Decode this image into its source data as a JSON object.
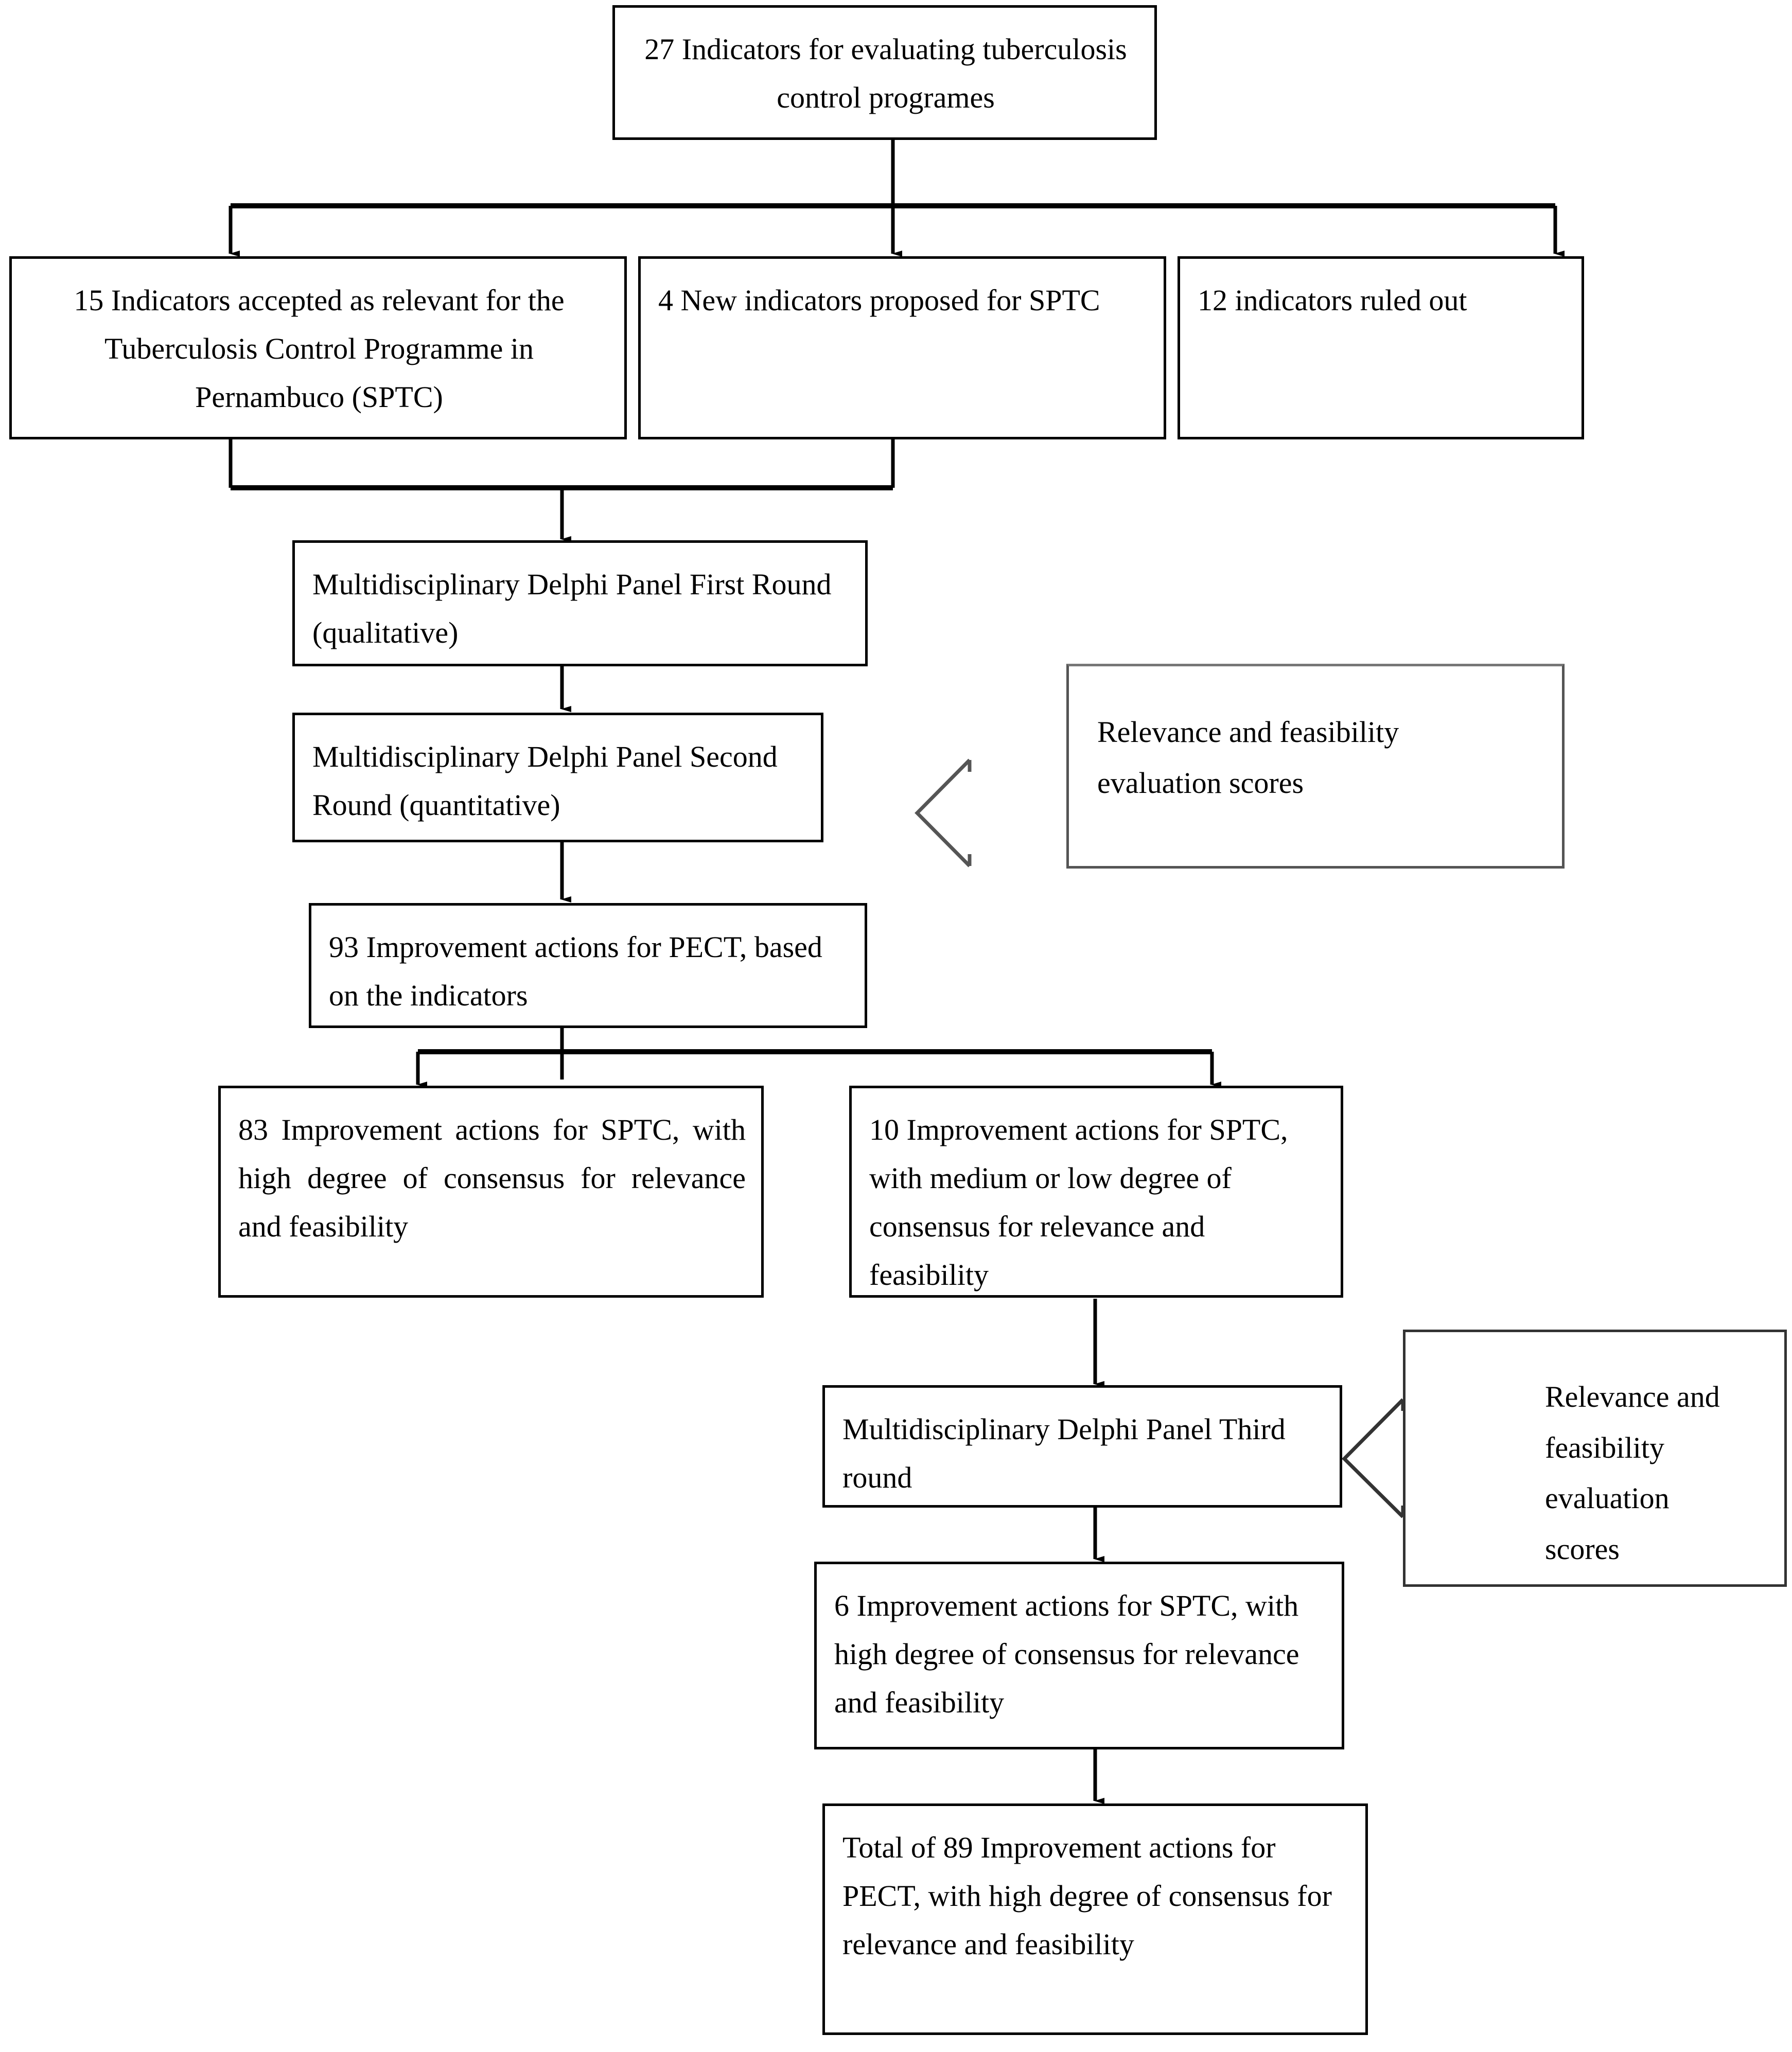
{
  "diagram": {
    "type": "flowchart",
    "title": "Delphi process flowchart for tuberculosis control programme indicators",
    "orientation": "top-to-bottom",
    "line_color": "#000000",
    "background": "#ffffff",
    "nodes": {
      "n1": {
        "id": "n1",
        "label": "27 Indicators for evaluating tuberculosis control programes",
        "shape": "rectangle",
        "align": "center"
      },
      "n2": {
        "id": "n2",
        "label": "15 Indicators accepted as relevant for the Tuberculosis Control Programme in Pernambuco (SPTC)",
        "shape": "rectangle",
        "align": "center"
      },
      "n3": {
        "id": "n3",
        "label": "4 New indicators proposed for SPTC",
        "shape": "rectangle",
        "align": "justify"
      },
      "n4": {
        "id": "n4",
        "label": "12 indicators ruled out",
        "shape": "rectangle",
        "align": "left"
      },
      "n5": {
        "id": "n5",
        "label": "Multidisciplinary Delphi Panel First Round (qualitative)",
        "shape": "rectangle",
        "align": "left"
      },
      "n6": {
        "id": "n6",
        "label": "Multidisciplinary Delphi Panel Second Round (quantitative)",
        "shape": "rectangle",
        "align": "left"
      },
      "n7": {
        "id": "n7",
        "label": "93 Improvement actions for PECT, based on the indicators",
        "shape": "rectangle",
        "align": "left"
      },
      "n8": {
        "id": "n8",
        "label": "83 Improvement actions for SPTC, with high degree of consensus for relevance and feasibility",
        "shape": "rectangle",
        "align": "justify"
      },
      "n9": {
        "id": "n9",
        "label": "10 Improvement actions for SPTC, with medium or low degree of consensus for relevance and feasibility",
        "shape": "rectangle",
        "align": "left"
      },
      "n10": {
        "id": "n10",
        "label": "Multidisciplinary Delphi Panel Third round",
        "shape": "rectangle",
        "align": "left"
      },
      "n11": {
        "id": "n11",
        "label": "6 Improvement actions for SPTC, with high degree of consensus for relevance and feasibility",
        "shape": "rectangle",
        "align": "left"
      },
      "n12": {
        "id": "n12",
        "label": "Total of 89 Improvement actions for PECT, with high degree of consensus for relevance and feasibility",
        "shape": "rectangle",
        "align": "left"
      },
      "c1": {
        "id": "c1",
        "label": "Relevance and feasibility evaluation scores",
        "shape": "left-arrow-callout",
        "align": "left"
      },
      "c2": {
        "id": "c2",
        "label": "Relevance and feasibility evaluation scores",
        "shape": "left-arrow-callout",
        "align": "left"
      }
    },
    "edges": [
      {
        "from": "n1",
        "to": "n2",
        "style": "solid-arrow"
      },
      {
        "from": "n1",
        "to": "n3",
        "style": "solid-arrow"
      },
      {
        "from": "n1",
        "to": "n4",
        "style": "solid-arrow"
      },
      {
        "from": "n2",
        "to": "n5",
        "style": "solid-arrow"
      },
      {
        "from": "n3",
        "to": "n5",
        "style": "solid-arrow"
      },
      {
        "from": "n5",
        "to": "n6",
        "style": "solid-arrow"
      },
      {
        "from": "c1",
        "to": "n6",
        "style": "block-arrow"
      },
      {
        "from": "n6",
        "to": "n7",
        "style": "solid-arrow"
      },
      {
        "from": "n7",
        "to": "n8",
        "style": "solid-arrow"
      },
      {
        "from": "n7",
        "to": "n9",
        "style": "solid-arrow"
      },
      {
        "from": "n9",
        "to": "n10",
        "style": "solid-arrow"
      },
      {
        "from": "c2",
        "to": "n10",
        "style": "block-arrow"
      },
      {
        "from": "n10",
        "to": "n11",
        "style": "solid-arrow"
      },
      {
        "from": "n11",
        "to": "n12",
        "style": "solid-arrow"
      }
    ]
  }
}
